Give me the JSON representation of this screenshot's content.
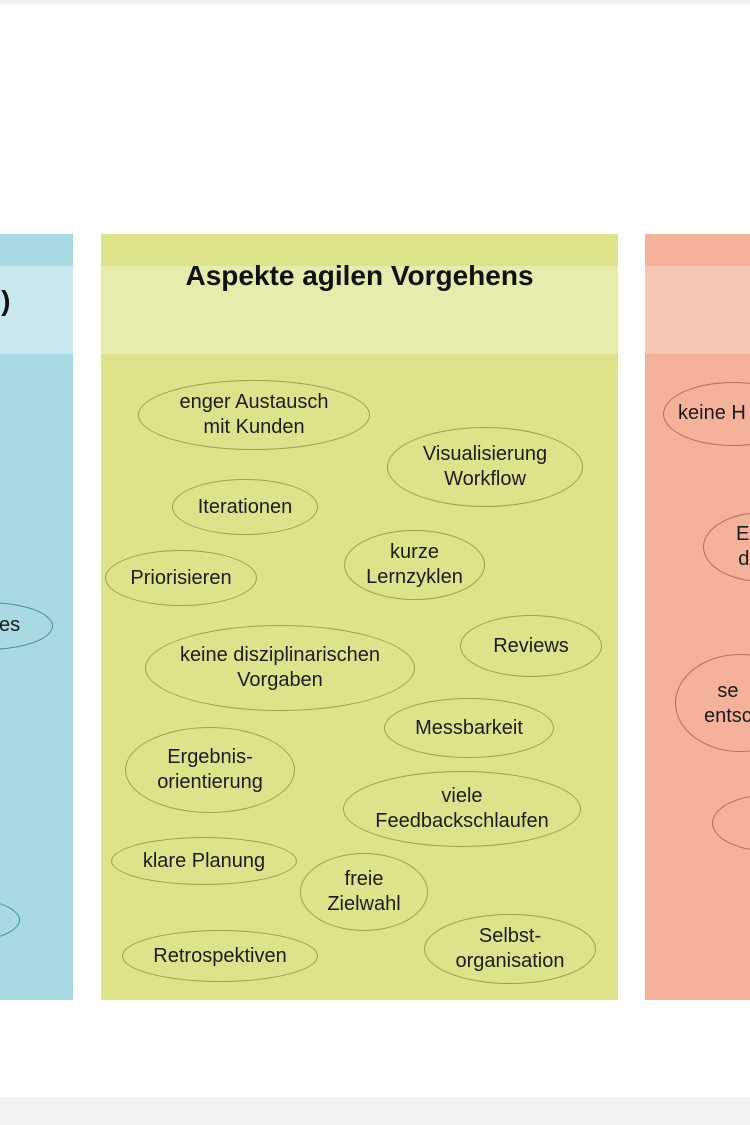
{
  "columns": {
    "left": {
      "title_fragment": "ks)",
      "bubble_fragments": [
        "es"
      ]
    },
    "middle": {
      "title": "Aspekte agilen Vorgehens",
      "bubbles": [
        "enger Austausch\nmit Kunden",
        "Visualisierung\nWorkflow",
        "Iterationen",
        "kurze\nLernzyklen",
        "Priorisieren",
        "Reviews",
        "keine disziplinarischen\nVorgaben",
        "Messbarkeit",
        "Ergebnis-\norientierung",
        "viele\nFeedbackschlaufen",
        "klare Planung",
        "freie\nZielwahl",
        "Selbst-\norganisation",
        "Retrospektiven"
      ]
    },
    "right": {
      "bubble_fragments": [
        "keine H",
        "E\nd",
        "se\nentsc"
      ]
    }
  },
  "colors": {
    "left_panel": "#a9d9e3",
    "middle_panel": "#dde38b",
    "right_panel": "#f4b29a"
  }
}
